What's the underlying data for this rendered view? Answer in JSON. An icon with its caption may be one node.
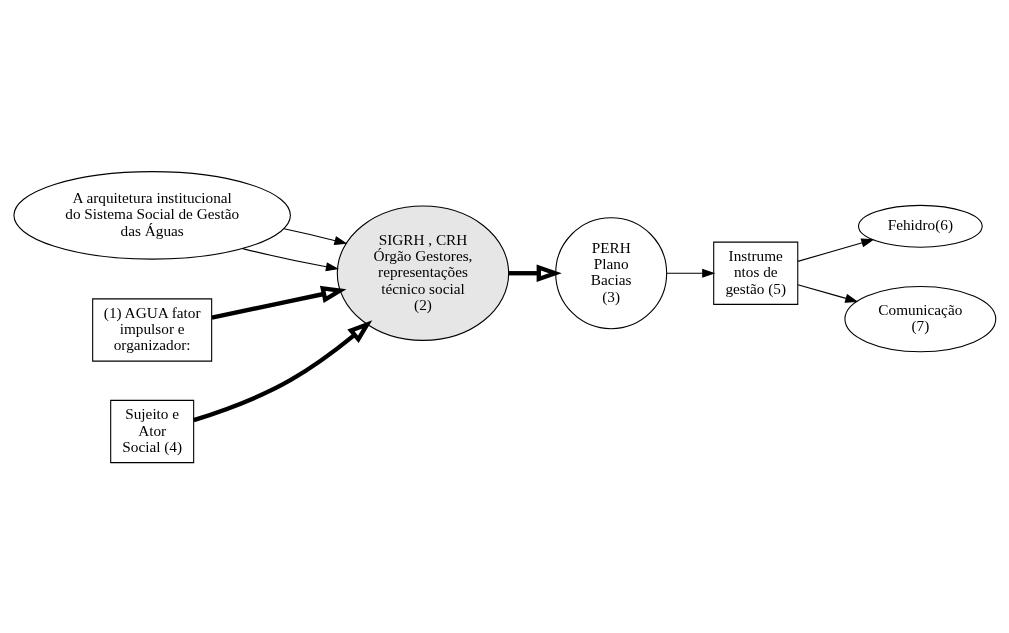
{
  "diagram": {
    "nodes": [
      {
        "text": [
          "A arquitetura institucional do Sistema Social de Gestão das Águas"
        ]
      },
      {
        "text": [
          "(1) AGUA fator impulsor e organizador:"
        ]
      },
      {
        "text": [
          "SIGRH , CRH Órgão Gestores, representações técnico social (2)"
        ]
      },
      {
        "text": [
          "PERH Plano Bacias (3)"
        ]
      },
      {
        "text": [
          "Instrume ntos de gestão (5)"
        ]
      },
      {
        "text": [
          "Fehidro(6)"
        ]
      },
      {
        "text": [
          "Comunicação (7)"
        ]
      },
      {
        "text": [
          "Sujeito e Ator Social (4)"
        ]
      }
    ],
    "edges": [
      {
        "from": 0,
        "to": 2,
        "arrow": "to"
      },
      {
        "from": 0,
        "to": 2,
        "arrow": "to"
      },
      {
        "from": 1,
        "to": 2,
        "arrow": "to",
        "style": "thick"
      },
      {
        "from": 2,
        "to": 3,
        "arrow": "to",
        "style": "thick"
      },
      {
        "from": 3,
        "to": 4,
        "arrow": "to"
      },
      {
        "from": 4,
        "to": 5,
        "arrow": "to"
      },
      {
        "from": 4,
        "to": 6,
        "arrow": "to"
      },
      {
        "from": 7,
        "to": 2,
        "arrow": "to",
        "style": "thick"
      }
    ]
  }
}
